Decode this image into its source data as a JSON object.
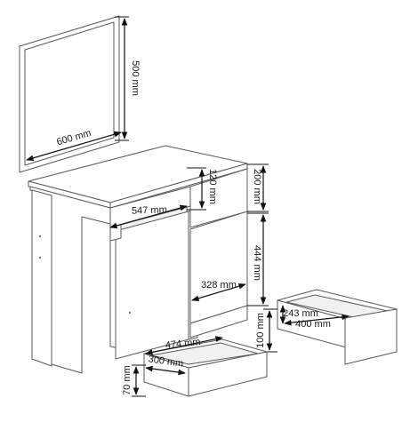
{
  "dimensions": {
    "mirror_height": "500 mm",
    "mirror_width": "600 mm",
    "drawer_top_height": "120 mm",
    "top_section_height": "200 mm",
    "compartment_width": "547 mm",
    "drawer_front_height": "444 mm",
    "drawer_front_width": "328 mm",
    "side_drawer_depth": "243 mm",
    "side_drawer_width": "400 mm",
    "side_drawer_height": "100 mm",
    "bottom_drawer_width": "474 mm",
    "bottom_drawer_depth": "300 mm",
    "bottom_drawer_height": "70 mm"
  },
  "colors": {
    "line": "#5a5a5a",
    "dimension": "#111111",
    "background": "#ffffff"
  }
}
